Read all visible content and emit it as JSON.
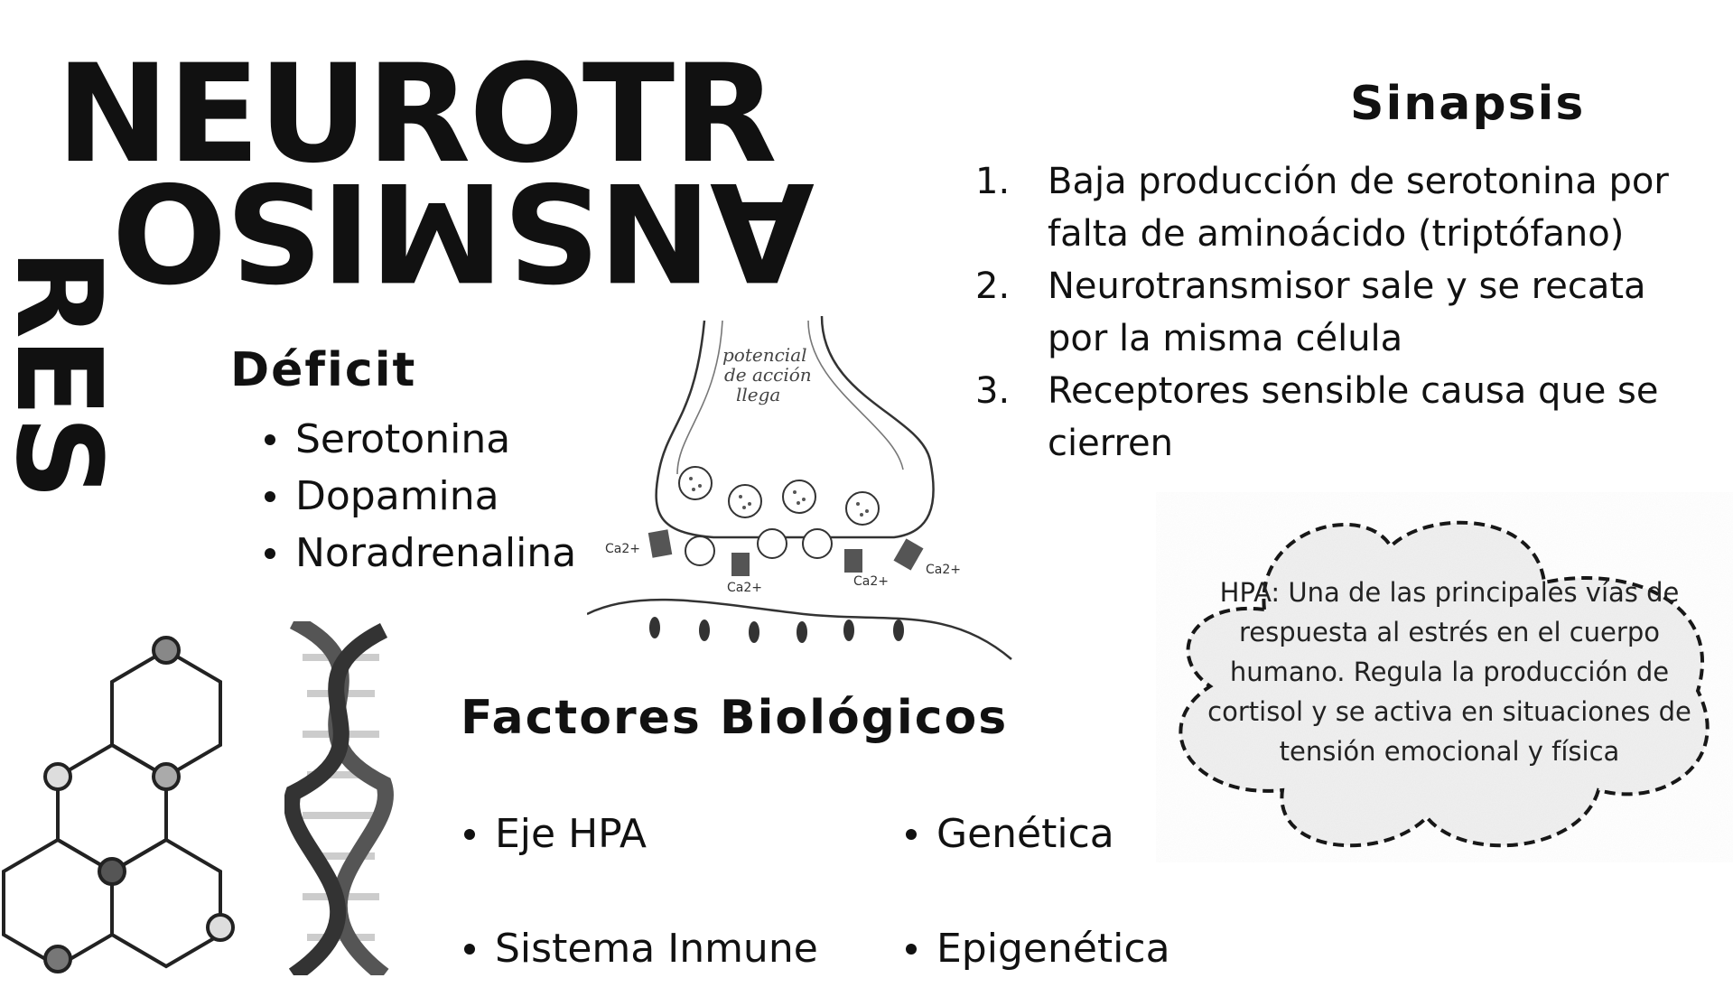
{
  "title": {
    "line1": "NEUROTR",
    "line2": "ANSMISO",
    "line3": "RES"
  },
  "deficit": {
    "heading": "Déficit",
    "items": [
      "Serotonina",
      "Dopamina",
      "Noradrenalina"
    ]
  },
  "diagram": {
    "label": "potencial de acción llega",
    "calcium": "Ca2+"
  },
  "sinapsis": {
    "heading": "Sinapsis",
    "items": [
      {
        "num": "1.",
        "text": "Baja producción de serotonina por falta de aminoácido (triptófano)"
      },
      {
        "num": "2.",
        "text": "Neurotransmisor sale y se recata por la misma célula"
      },
      {
        "num": "3.",
        "text": "Receptores sensible causa que se cierren"
      }
    ]
  },
  "cloud": {
    "text": "HPA: Una de las principales vías de respuesta al estrés en el cuerpo humano. Regula la producción de cortisol y se activa en situaciones de tensión emocional y física"
  },
  "factores": {
    "heading": "Factores Biológicos",
    "col1": [
      "Eje HPA",
      "Sistema Inmune"
    ],
    "col2": [
      "Genética",
      "Epigenética"
    ]
  }
}
